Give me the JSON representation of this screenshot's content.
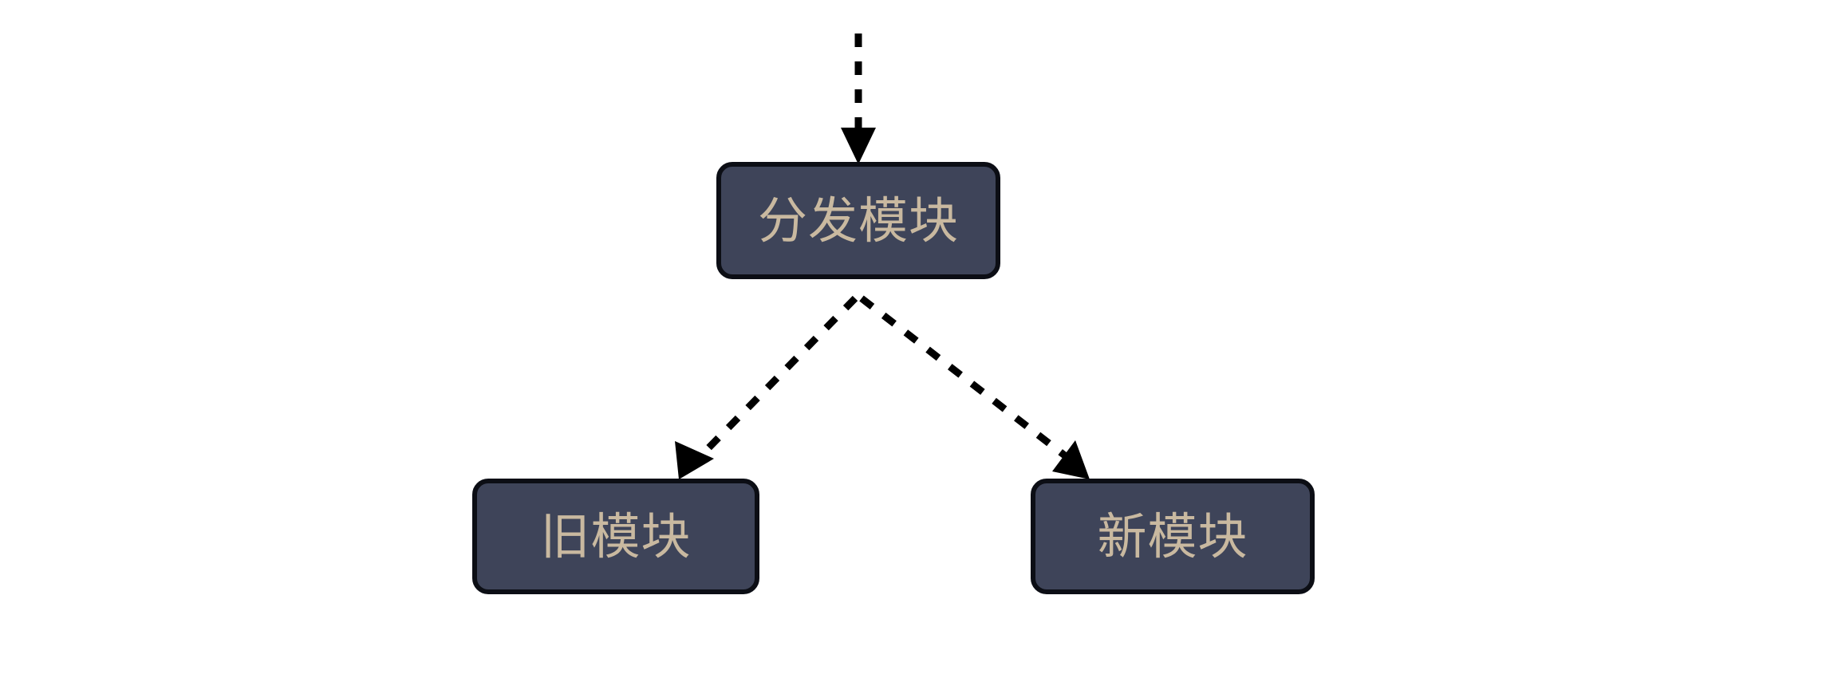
{
  "diagram": {
    "type": "flowchart",
    "orientation": "top-down",
    "background_color": "#ffffff",
    "node_fill_color": "#3e4459",
    "node_border_color": "#0c0e15",
    "node_text_color": "#c9b9a0",
    "edge_color": "#000000",
    "edge_style": "dashed",
    "nodes": [
      {
        "id": "dispatch",
        "label": "分发模块",
        "shape": "rounded-rectangle"
      },
      {
        "id": "old",
        "label": "旧模块",
        "shape": "rounded-rectangle"
      },
      {
        "id": "new",
        "label": "新模块",
        "shape": "rounded-rectangle"
      }
    ],
    "edges": [
      {
        "id": "entry-to-dispatch",
        "from": "",
        "to": "dispatch",
        "label": "",
        "style": "dashed",
        "arrowhead": "filled-triangle"
      },
      {
        "id": "dispatch-to-old",
        "from": "dispatch",
        "to": "old",
        "label": "",
        "style": "dashed",
        "arrowhead": "filled-triangle"
      },
      {
        "id": "dispatch-to-new",
        "from": "dispatch",
        "to": "new",
        "label": "",
        "style": "dashed",
        "arrowhead": "filled-triangle"
      }
    ]
  }
}
